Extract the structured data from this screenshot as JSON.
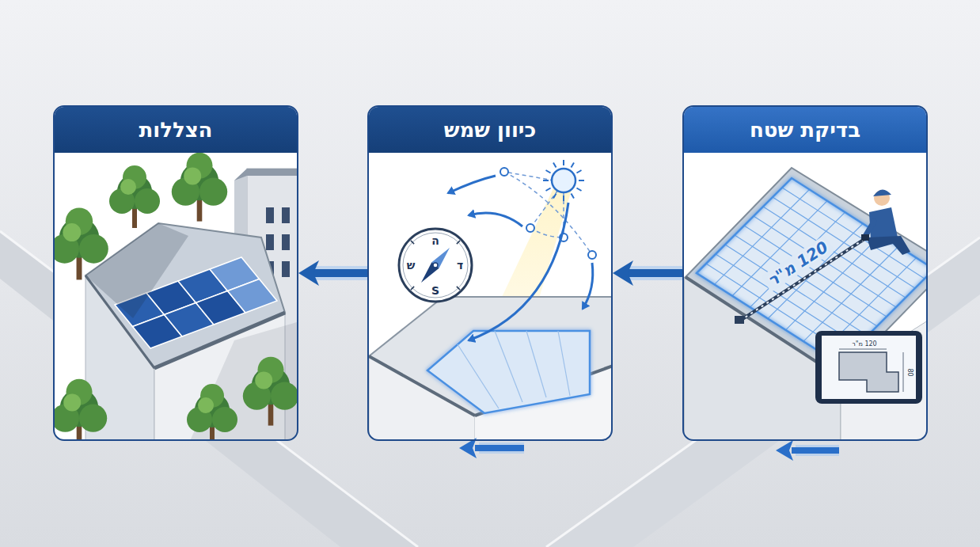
{
  "diagram": {
    "nodes": [
      {
        "text": [
          "בדיקת שטח"
        ]
      },
      {
        "text": [
          "כיוון שמש"
        ]
      },
      {
        "text": [
          "הצללות"
        ]
      }
    ],
    "edges": [
      {
        "from": 0,
        "to": 1,
        "arrow": "to"
      },
      {
        "from": 1,
        "to": 2,
        "arrow": "to"
      }
    ],
    "labels": [
      "120 מ\"ר",
      "120 מ\"ר",
      "80",
      "ה",
      "ש",
      "ד",
      "S"
    ]
  }
}
